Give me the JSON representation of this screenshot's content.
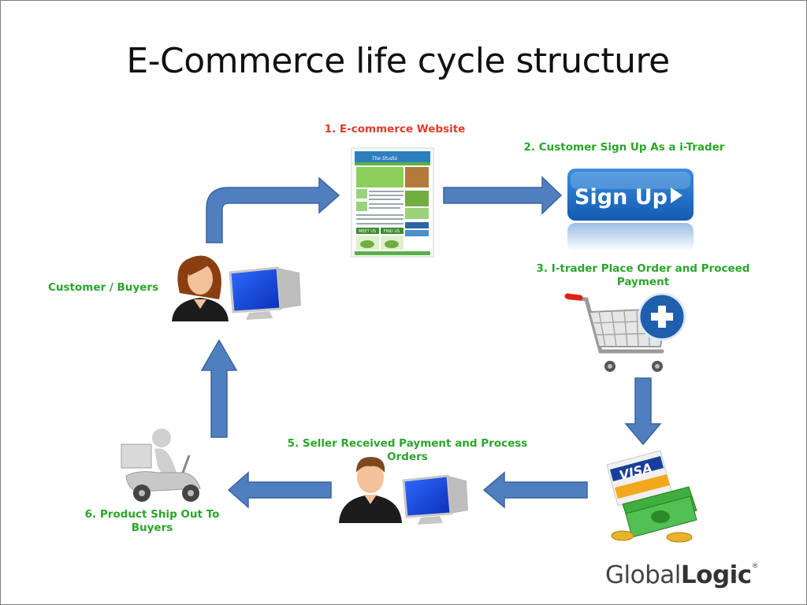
{
  "title": "E-Commerce life cycle structure",
  "steps": {
    "website": "1.  E-commerce Website",
    "signup": "2.  Customer Sign Up As a i-Trader",
    "order_line1": "3.  I-trader Place Order and Proceed",
    "order_line2": "Payment",
    "seller_line1": "5. Seller Received Payment and Process",
    "seller_line2": "Orders",
    "ship_line1": "6. Product Ship Out To",
    "ship_line2": "Buyers"
  },
  "customer_label": "Customer / Buyers",
  "signup_button": "Sign Up",
  "visa_text": "VISA",
  "website_thumb": {
    "header": "The Studio",
    "buttons": [
      "MEET US",
      "FIND US"
    ]
  },
  "logo": {
    "part1": "Global",
    "part2": "Logic",
    "mark": "®"
  },
  "colors": {
    "arrow": "#4f7fbf",
    "label_green": "#2aa52a",
    "label_red": "#e53a2a",
    "signup_blue": "#1c6ec4"
  }
}
